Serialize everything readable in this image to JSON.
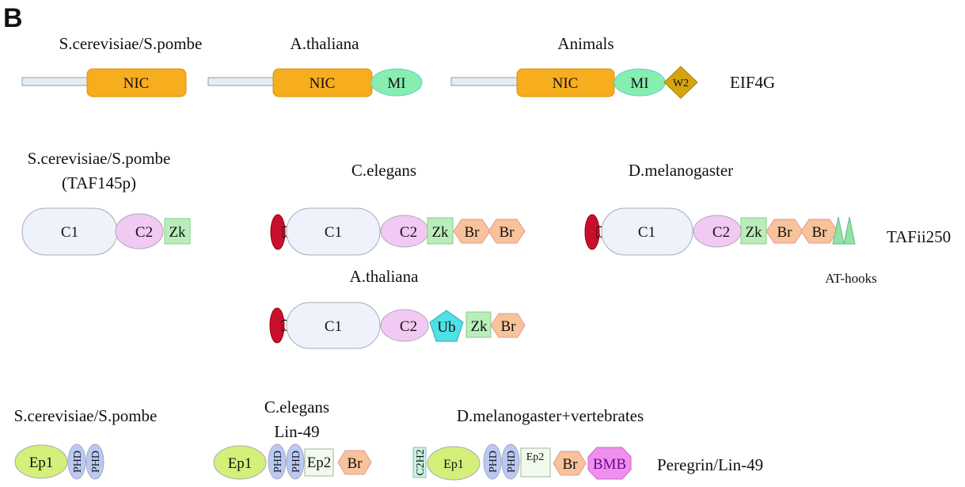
{
  "panel_label": "B",
  "colors": {
    "nic": "#f6ad1e",
    "mi": "#86efb0",
    "w2": "#d4a50e",
    "c1": "#eef2fa",
    "c2": "#f2c9f2",
    "zk": "#b9eebb",
    "br": "#f8c39a",
    "c3": "#c8102e",
    "ub": "#4fe0e6",
    "ep1": "#d4ef7a",
    "phd": "#b9c9f2",
    "ep2": "#f2faee",
    "bmb": "#ef90ef",
    "c2h2": "#c8f2e2",
    "linker": "#e4eef6",
    "athook": "#8fe3a3"
  },
  "eif4g": {
    "labels": [
      "S.cerevisiae/S.pombe",
      "A.thaliana",
      "Animals"
    ],
    "name": "EIF4G",
    "nic": "NIC",
    "mi": "MI",
    "w2": "W2"
  },
  "taf": {
    "labels": {
      "scer": "S.cerevisiae/S.pombe",
      "scer_sub": "(TAF145p)",
      "cel": "C.elegans",
      "dmel": "D.melanogaster",
      "ath": "A.thaliana"
    },
    "name": "TAFii250",
    "athooks": "AT-hooks",
    "c1": "C1",
    "c2": "C2",
    "c3": "C3",
    "zk": "Zk",
    "br": "Br",
    "ub": "Ub"
  },
  "peregrin": {
    "labels": {
      "scer": "S.cerevisiae/S.pombe",
      "cel": "C.elegans",
      "cel_sub": "Lin-49",
      "dmel": "D.melanogaster+vertebrates"
    },
    "name": "Peregrin/Lin-49",
    "ep1": "Ep1",
    "phd": "PHD",
    "ep2": "Ep2",
    "br": "Br",
    "bmb": "BMB",
    "c2h2": "C2H2"
  }
}
